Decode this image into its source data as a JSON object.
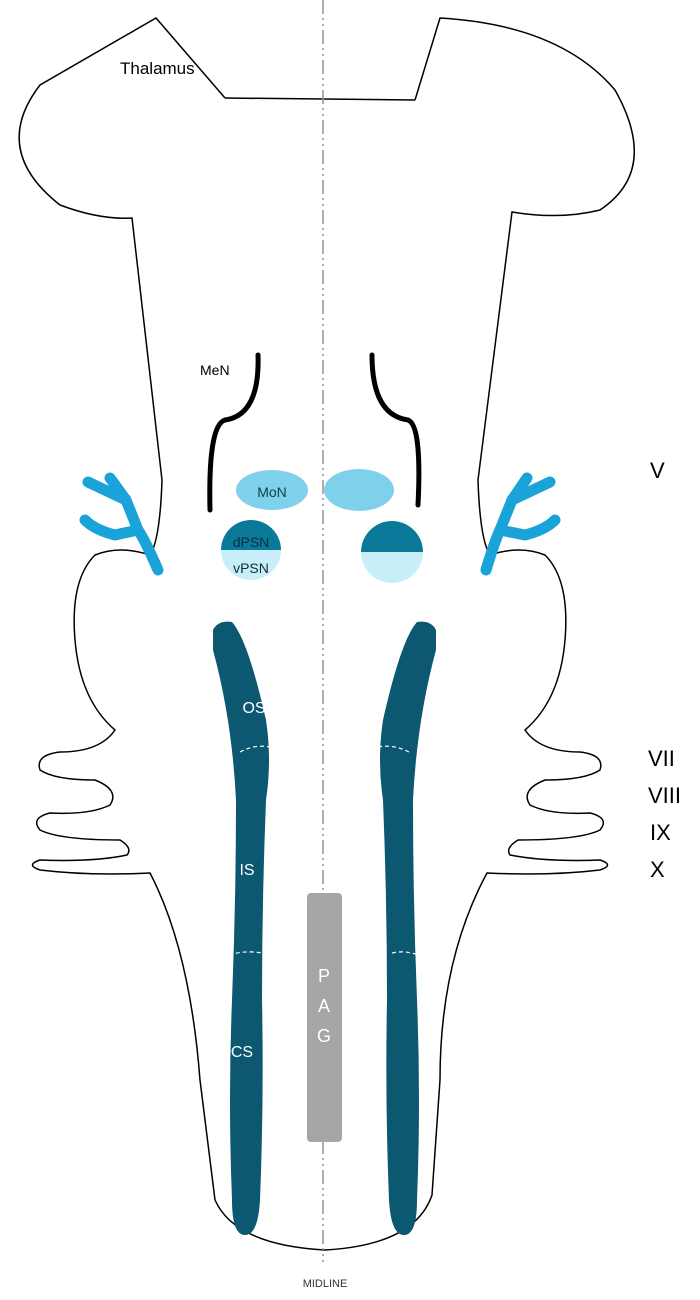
{
  "labels": {
    "thalamus": "Thalamus",
    "men": "MeN",
    "mon": "MoN",
    "dpsn": "dPSN",
    "vpsn": "vPSN",
    "os": "OS",
    "is": "IS",
    "cs": "CS",
    "pag_letters": [
      "P",
      "A",
      "G"
    ],
    "midline": "MIDLINE"
  },
  "nerves": [
    "V",
    "VII",
    "VIII",
    "IX",
    "X"
  ],
  "colors": {
    "outline": "#000000",
    "nerve_v": "#1aa3d9",
    "mon": "#7fd0ea",
    "dpsn": "#0b7a9a",
    "vpsn": "#c8eef9",
    "trigeminal_tract": "#0b5870",
    "pag": "#a6a6a6",
    "midline": "#999999"
  }
}
